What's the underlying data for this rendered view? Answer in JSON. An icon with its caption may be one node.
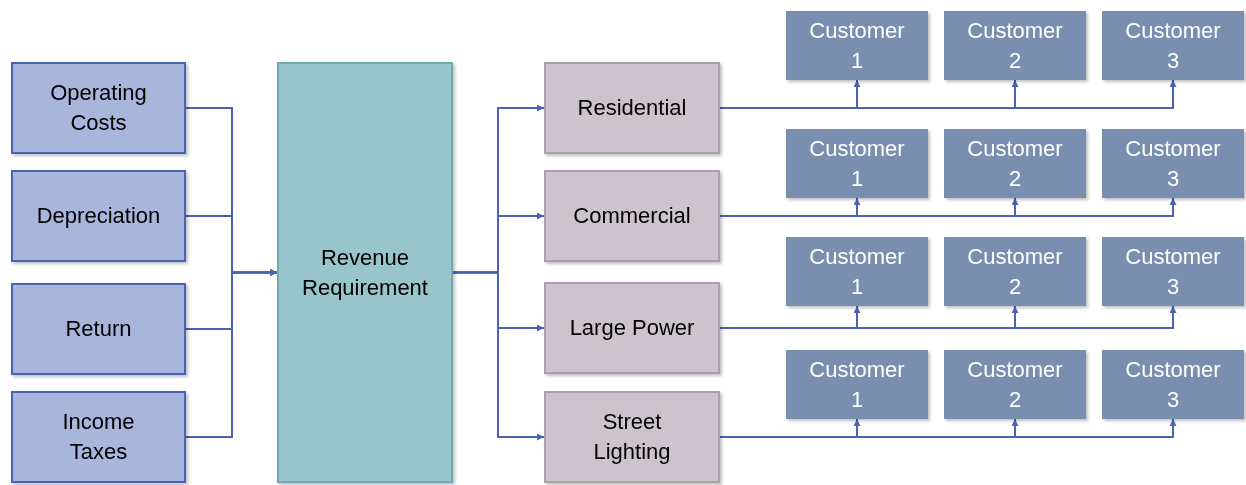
{
  "diagram": {
    "nodes": [
      {
        "text": [
          "Operating Costs"
        ]
      },
      {
        "text": [
          "Depreciation"
        ]
      },
      {
        "text": [
          "Return"
        ]
      },
      {
        "text": [
          "Income Taxes"
        ]
      },
      {
        "text": [
          "Revenue Requirement"
        ]
      },
      {
        "text": [
          "Residential"
        ]
      },
      {
        "text": [
          "Commercial"
        ]
      },
      {
        "text": [
          "Large Power"
        ]
      },
      {
        "text": [
          "Street Lighting"
        ]
      },
      {
        "text": [
          "Customer 1"
        ]
      },
      {
        "text": [
          "Customer 2"
        ]
      },
      {
        "text": [
          "Customer 3"
        ]
      },
      {
        "text": [
          "Customer 1"
        ]
      },
      {
        "text": [
          "Customer 2"
        ]
      },
      {
        "text": [
          "Customer 3"
        ]
      },
      {
        "text": [
          "Customer 1"
        ]
      },
      {
        "text": [
          "Customer 2"
        ]
      },
      {
        "text": [
          "Customer 3"
        ]
      },
      {
        "text": [
          "Customer 1"
        ]
      },
      {
        "text": [
          "Customer 2"
        ]
      },
      {
        "text": [
          "Customer 3"
        ]
      }
    ],
    "edges": [
      {
        "from": 0,
        "to": 4,
        "arrow": "to"
      },
      {
        "from": 1,
        "to": 4,
        "arrow": "to"
      },
      {
        "from": 2,
        "to": 4,
        "arrow": "to"
      },
      {
        "from": 3,
        "to": 4,
        "arrow": "to"
      },
      {
        "from": 4,
        "to": 5,
        "arrow": "to"
      },
      {
        "from": 4,
        "to": 6,
        "arrow": "to"
      },
      {
        "from": 4,
        "to": 7,
        "arrow": "to"
      },
      {
        "from": 4,
        "to": 8,
        "arrow": "to"
      },
      {
        "from": 5,
        "to": 9,
        "arrow": "to"
      },
      {
        "from": 5,
        "to": 10,
        "arrow": "to"
      },
      {
        "from": 5,
        "to": 11,
        "arrow": "to"
      },
      {
        "from": 6,
        "to": 12,
        "arrow": "to"
      },
      {
        "from": 6,
        "to": 13,
        "arrow": "to"
      },
      {
        "from": 6,
        "to": 14,
        "arrow": "to"
      },
      {
        "from": 7,
        "to": 15,
        "arrow": "to"
      },
      {
        "from": 7,
        "to": 16,
        "arrow": "to"
      },
      {
        "from": 7,
        "to": 17,
        "arrow": "to"
      },
      {
        "from": 8,
        "to": 18,
        "arrow": "to"
      },
      {
        "from": 8,
        "to": 19,
        "arrow": "to"
      },
      {
        "from": 8,
        "to": 20,
        "arrow": "to"
      }
    ]
  }
}
